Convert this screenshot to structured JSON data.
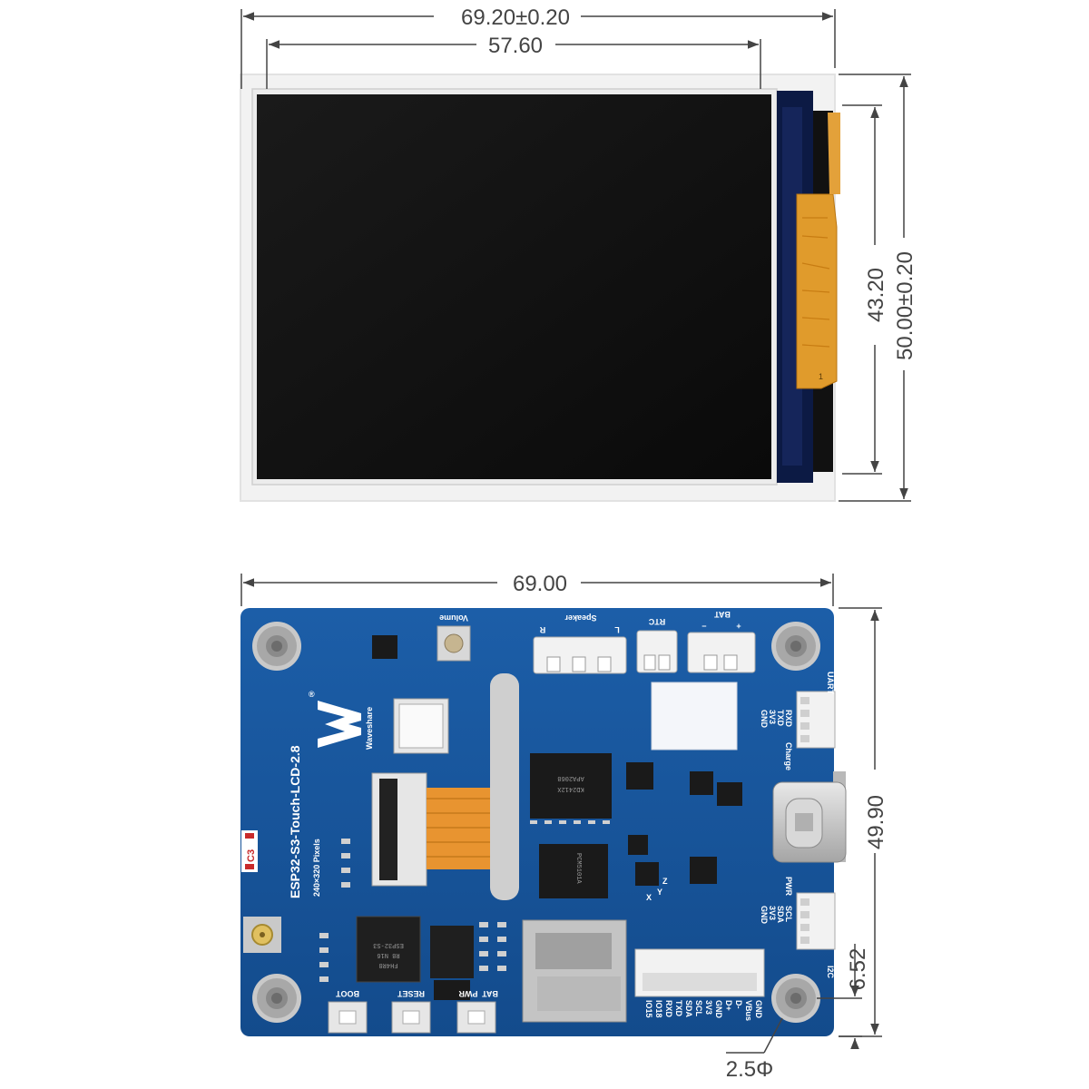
{
  "top_view": {
    "dimensions": {
      "outer_width": "69.20±0.20",
      "active_width": "57.60",
      "active_height": "43.20",
      "outer_height": "50.00±0.20"
    },
    "fpc_pin_mark": "1"
  },
  "bottom_view": {
    "dimensions": {
      "board_width": "69.00",
      "board_height": "49.90",
      "i2c_offset": "6.52",
      "hole_diameter": "2.5Φ"
    },
    "silkscreen": {
      "product_name": "ESP32-S3-Touch-LCD-2.8",
      "resolution": "240×320 Pixels",
      "brand": "Waveshare",
      "registered_mark": "®",
      "volume": "Volume",
      "speaker": "Speaker",
      "speaker_r": "R",
      "speaker_l": "L",
      "rtc": "RTC",
      "bat": "BAT",
      "bat_minus": "−",
      "bat_plus": "+",
      "uart": "UART",
      "uart_pins": [
        "RXD",
        "TXD",
        "3V3",
        "GND"
      ],
      "charge": "Charge",
      "pwr_led": "PWR",
      "i2c": "I2C",
      "i2c_pins": [
        "SCL",
        "SDA",
        "3V3",
        "GND"
      ],
      "boot_button": "BOOT",
      "reset_button": "RESET",
      "pwr_button": "PWR",
      "bat_button": "BAT",
      "c3": "C3",
      "imu_axes": [
        "X",
        "Y",
        "Z"
      ],
      "header_pins": [
        "IO15",
        "IO18",
        "RXD",
        "TXD",
        "SDA",
        "SCL",
        "3V3",
        "GND",
        "D+",
        "D-",
        "VBus",
        "GND"
      ],
      "chip_esp32_lines": [
        "ESP32-S3",
        "R8 N16",
        "FH4R8"
      ],
      "chip_amp": "APA2068",
      "chip_amp_2": "KD2412X",
      "chip_codec": "PCM5101A"
    }
  }
}
